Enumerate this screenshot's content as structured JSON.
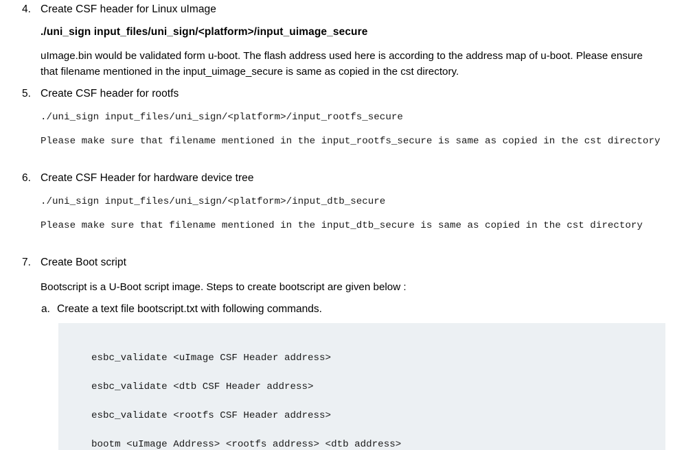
{
  "document": {
    "type": "technical-documentation",
    "background_color": "#ffffff",
    "text_color": "#000000",
    "code_block_background": "#ecf0f3"
  },
  "items": [
    {
      "marker": "4.",
      "title": "Create CSF header for Linux uImage",
      "bold_command": "./uni_sign input_files/uni_sign/<platform>/input_uimage_secure",
      "paragraph_line1": "uImage.bin would be validated form u-boot. The flash address used here is according to the address map of u-boot.",
      "paragraph_line2": "Please ensure that filename mentioned in the input_uimage_secure is same as copied in the cst directory."
    },
    {
      "marker": "5.",
      "title": "Create CSF header for rootfs",
      "mono_command": "./uni_sign input_files/uni_sign/<platform>/input_rootfs_secure",
      "mono_note": "Please make sure that filename mentioned in the input_rootfs_secure is same as copied in the cst directory"
    },
    {
      "marker": "6.",
      "title": "Create CSF Header for hardware device tree",
      "mono_command": "./uni_sign input_files/uni_sign/<platform>/input_dtb_secure",
      "mono_note": "Please make sure that filename mentioned in the input_dtb_secure is same as copied in the cst directory"
    },
    {
      "marker": "7.",
      "title": "Create Boot script",
      "paragraph": "Bootscript is a U-Boot script image. Steps to create bootscript are given below :",
      "sub_items": [
        {
          "marker": "a.",
          "title": "Create a text file bootscript.txt with following commands."
        }
      ]
    }
  ],
  "code_block": {
    "lines": [
      "esbc_validate <uImage CSF Header address>",
      "esbc_validate <dtb CSF Header address>",
      "esbc_validate <rootfs CSF Header address>",
      "bootm <uImage Address> <rootfs address> <dtb address>"
    ]
  }
}
